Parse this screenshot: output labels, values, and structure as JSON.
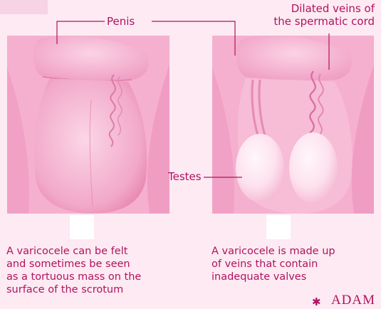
{
  "labels": {
    "penis": "Penis",
    "veins_line1": "Dilated veins of",
    "veins_line2": "the spermatic cord",
    "testes": "Testes"
  },
  "captions": {
    "left_lines": [
      "A varicocele can be felt",
      "and sometimes be seen",
      "as a tortuous mass on the",
      "surface of the scrotum"
    ],
    "right_lines": [
      "A varicocele is made up",
      "of veins that contain",
      "inadequate valves"
    ]
  },
  "logo": "ADAM",
  "colors": {
    "label_text": "#b0135f",
    "skin_light": "#f9c8de",
    "skin_mid": "#f09dc2",
    "skin_dark": "#e57aa9",
    "background": "#fde6f1"
  }
}
